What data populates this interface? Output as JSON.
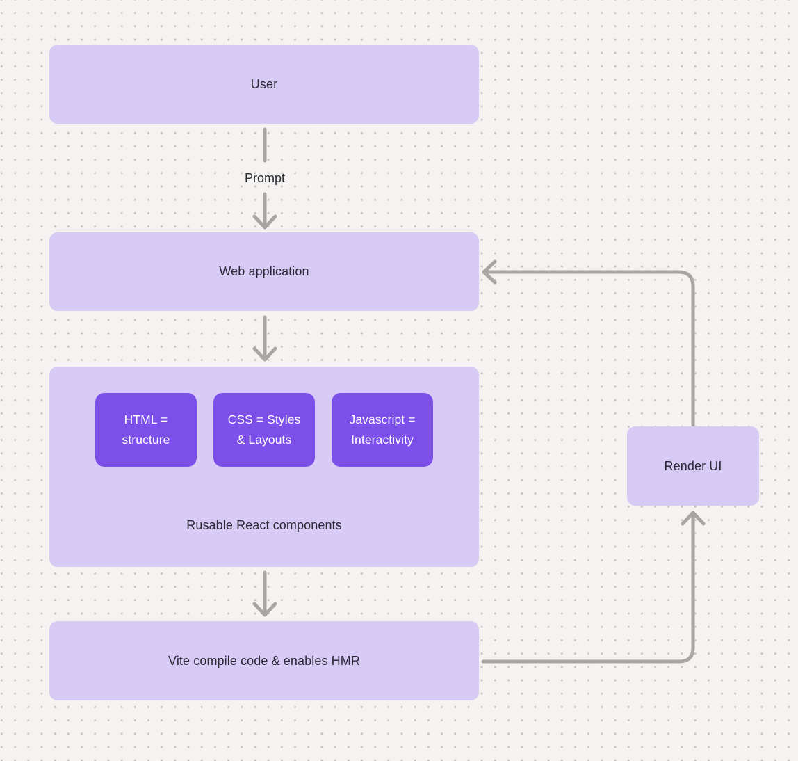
{
  "diagram": {
    "background": {
      "color": "#f4f3f1",
      "dot_color": "#c5c2c0",
      "pattern": "dot-grid"
    },
    "colors": {
      "node_fill_light": "#d7caf4",
      "node_fill_dark": "#7c4fe8",
      "connector": "#a8a6a4",
      "text_dark": "#2b2936",
      "text_light": "#ffffff"
    },
    "nodes": {
      "user": {
        "label": "User"
      },
      "web_application": {
        "label": "Web application"
      },
      "components_group": {
        "label": "Rusable React components",
        "children": [
          {
            "label": "HTML = structure"
          },
          {
            "label": "CSS = Styles & Layouts"
          },
          {
            "label": "Javascript = Interactivity"
          }
        ]
      },
      "vite": {
        "label": "Vite compile code & enables HMR"
      },
      "render_ui": {
        "label": "Render UI"
      }
    },
    "edges": [
      {
        "from": "User",
        "to": "Web application",
        "label": "Prompt"
      },
      {
        "from": "Web application",
        "to": "Rusable React components",
        "label": ""
      },
      {
        "from": "Rusable React components",
        "to": "Vite compile code & enables HMR",
        "label": ""
      },
      {
        "from": "Vite compile code & enables HMR",
        "to": "Render UI",
        "label": ""
      },
      {
        "from": "Render UI",
        "to": "Web application",
        "label": ""
      }
    ]
  }
}
